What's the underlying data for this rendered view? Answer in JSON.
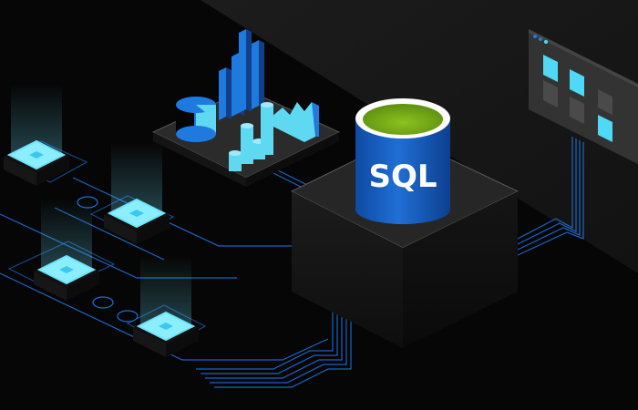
{
  "illustration": {
    "database_label": "SQL",
    "colors": {
      "background": "#060606",
      "diagonal_band": "#1a1a1a",
      "platform_top": "#2a2a2a",
      "platform_side": "#141414",
      "circuit_line": "#1e6fd9",
      "tile_glow": "#6fe4ff",
      "tile_core": "#38c8f0",
      "db_blue": "#1760c9",
      "db_blue_dark": "#0f4aa3",
      "db_rim": "#ffffff",
      "db_liquid": "#7fb51c",
      "chart_blue": "#1f7ae0",
      "chart_cyan": "#5fd8f2",
      "window_panel": "#3a3a3a",
      "window_tile_active": "#4fd9f7",
      "window_tile_idle": "#4a4a4a"
    },
    "elements": {
      "server_nodes": 4,
      "analytics_platform": "3D bar, pie and cylinder charts on a dark tray",
      "dashboard_window": "window with 3 title dots and 8 tiles (4 highlighted)"
    }
  }
}
